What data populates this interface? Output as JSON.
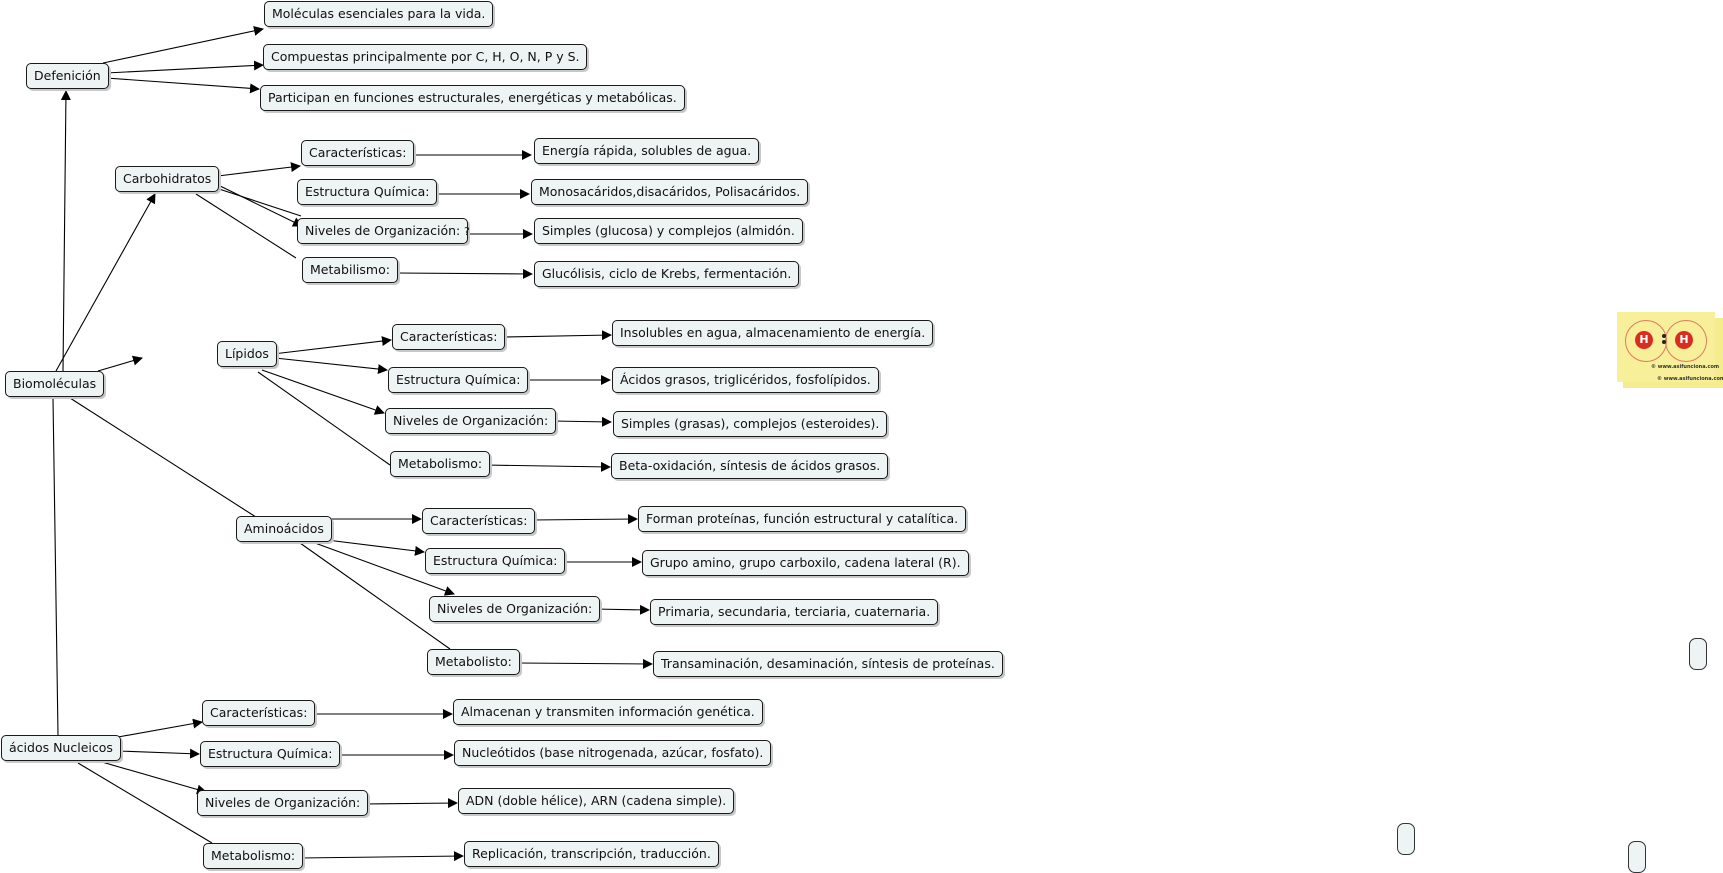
{
  "nodes": {
    "biomoleculas": "Biomoléculas",
    "defenicion": "Defenición",
    "def_1": "Moléculas esenciales para la vida.",
    "def_2": "Compuestas principalmente por C, H, O, N, P y S.",
    "def_3": "Participan en funciones estructurales, energéticas y metabólicas.",
    "carbohidratos": "Carbohidratos",
    "carb_caract": "Características:",
    "carb_estr": "Estructura Química:",
    "carb_niv": "Niveles de Organización:",
    "carb_met": "Metabilismo:",
    "carb_caract_val": "Energía rápida, solubles de agua.",
    "carb_estr_val": "Monosacáridos,disacáridos, Polisacáridos.",
    "carb_niv_val": "Simples (glucosa) y complejos (almidón.",
    "carb_met_val": "Glucólisis, ciclo de Krebs, fermentación.",
    "lipidos": "Lípidos",
    "lip_caract": "Características:",
    "lip_estr": "Estructura Química:",
    "lip_niv": "Niveles de Organización:",
    "lip_met": "Metabolismo:",
    "lip_caract_val": "Insolubles en agua, almacenamiento de energía.",
    "lip_estr_val": "Ácidos grasos, triglicéridos, fosfolípidos.",
    "lip_niv_val": "Simples (grasas), complejos (esteroides).",
    "lip_met_val": "Beta-oxidación, síntesis de ácidos grasos.",
    "aminoacidos": "Aminoácidos",
    "ami_caract": "Características:",
    "ami_estr": "Estructura Química:",
    "ami_niv": "Niveles de Organización:",
    "ami_met": "Metabolisto:",
    "ami_caract_val": "Forman proteínas, función estructural y catalítica.",
    "ami_estr_val": "Grupo amino, grupo carboxilo, cadena lateral (R).",
    "ami_niv_val": "Primaria, secundaria, terciaria, cuaternaria.",
    "ami_met_val": "Transaminación, desaminación, síntesis de proteínas.",
    "acidos_nucleicos": "ácidos Nucleicos",
    "an_caract": "Características:",
    "an_estr": "Estructura Química:",
    "an_niv": "Niveles de Organización:",
    "an_met": "Metabolismo:",
    "an_caract_val": "Almacenan y transmiten información genética.",
    "an_estr_val": "Nucleótidos (base nitrogenada, azúcar, fosfato).",
    "an_niv_val": "ADN (doble hélice), ARN (cadena simple).",
    "an_met_val": "Replicación, transcripción, traducción."
  },
  "question_mark": "?",
  "image": {
    "atom_label": "H",
    "credit": "© www.asifunciona.com"
  },
  "colors": {
    "node_fill": "#eef3f4",
    "node_border": "#1a1a1a",
    "line": "#000000",
    "sticky_note": "#f7ef9a",
    "atom": "#d92d20"
  }
}
